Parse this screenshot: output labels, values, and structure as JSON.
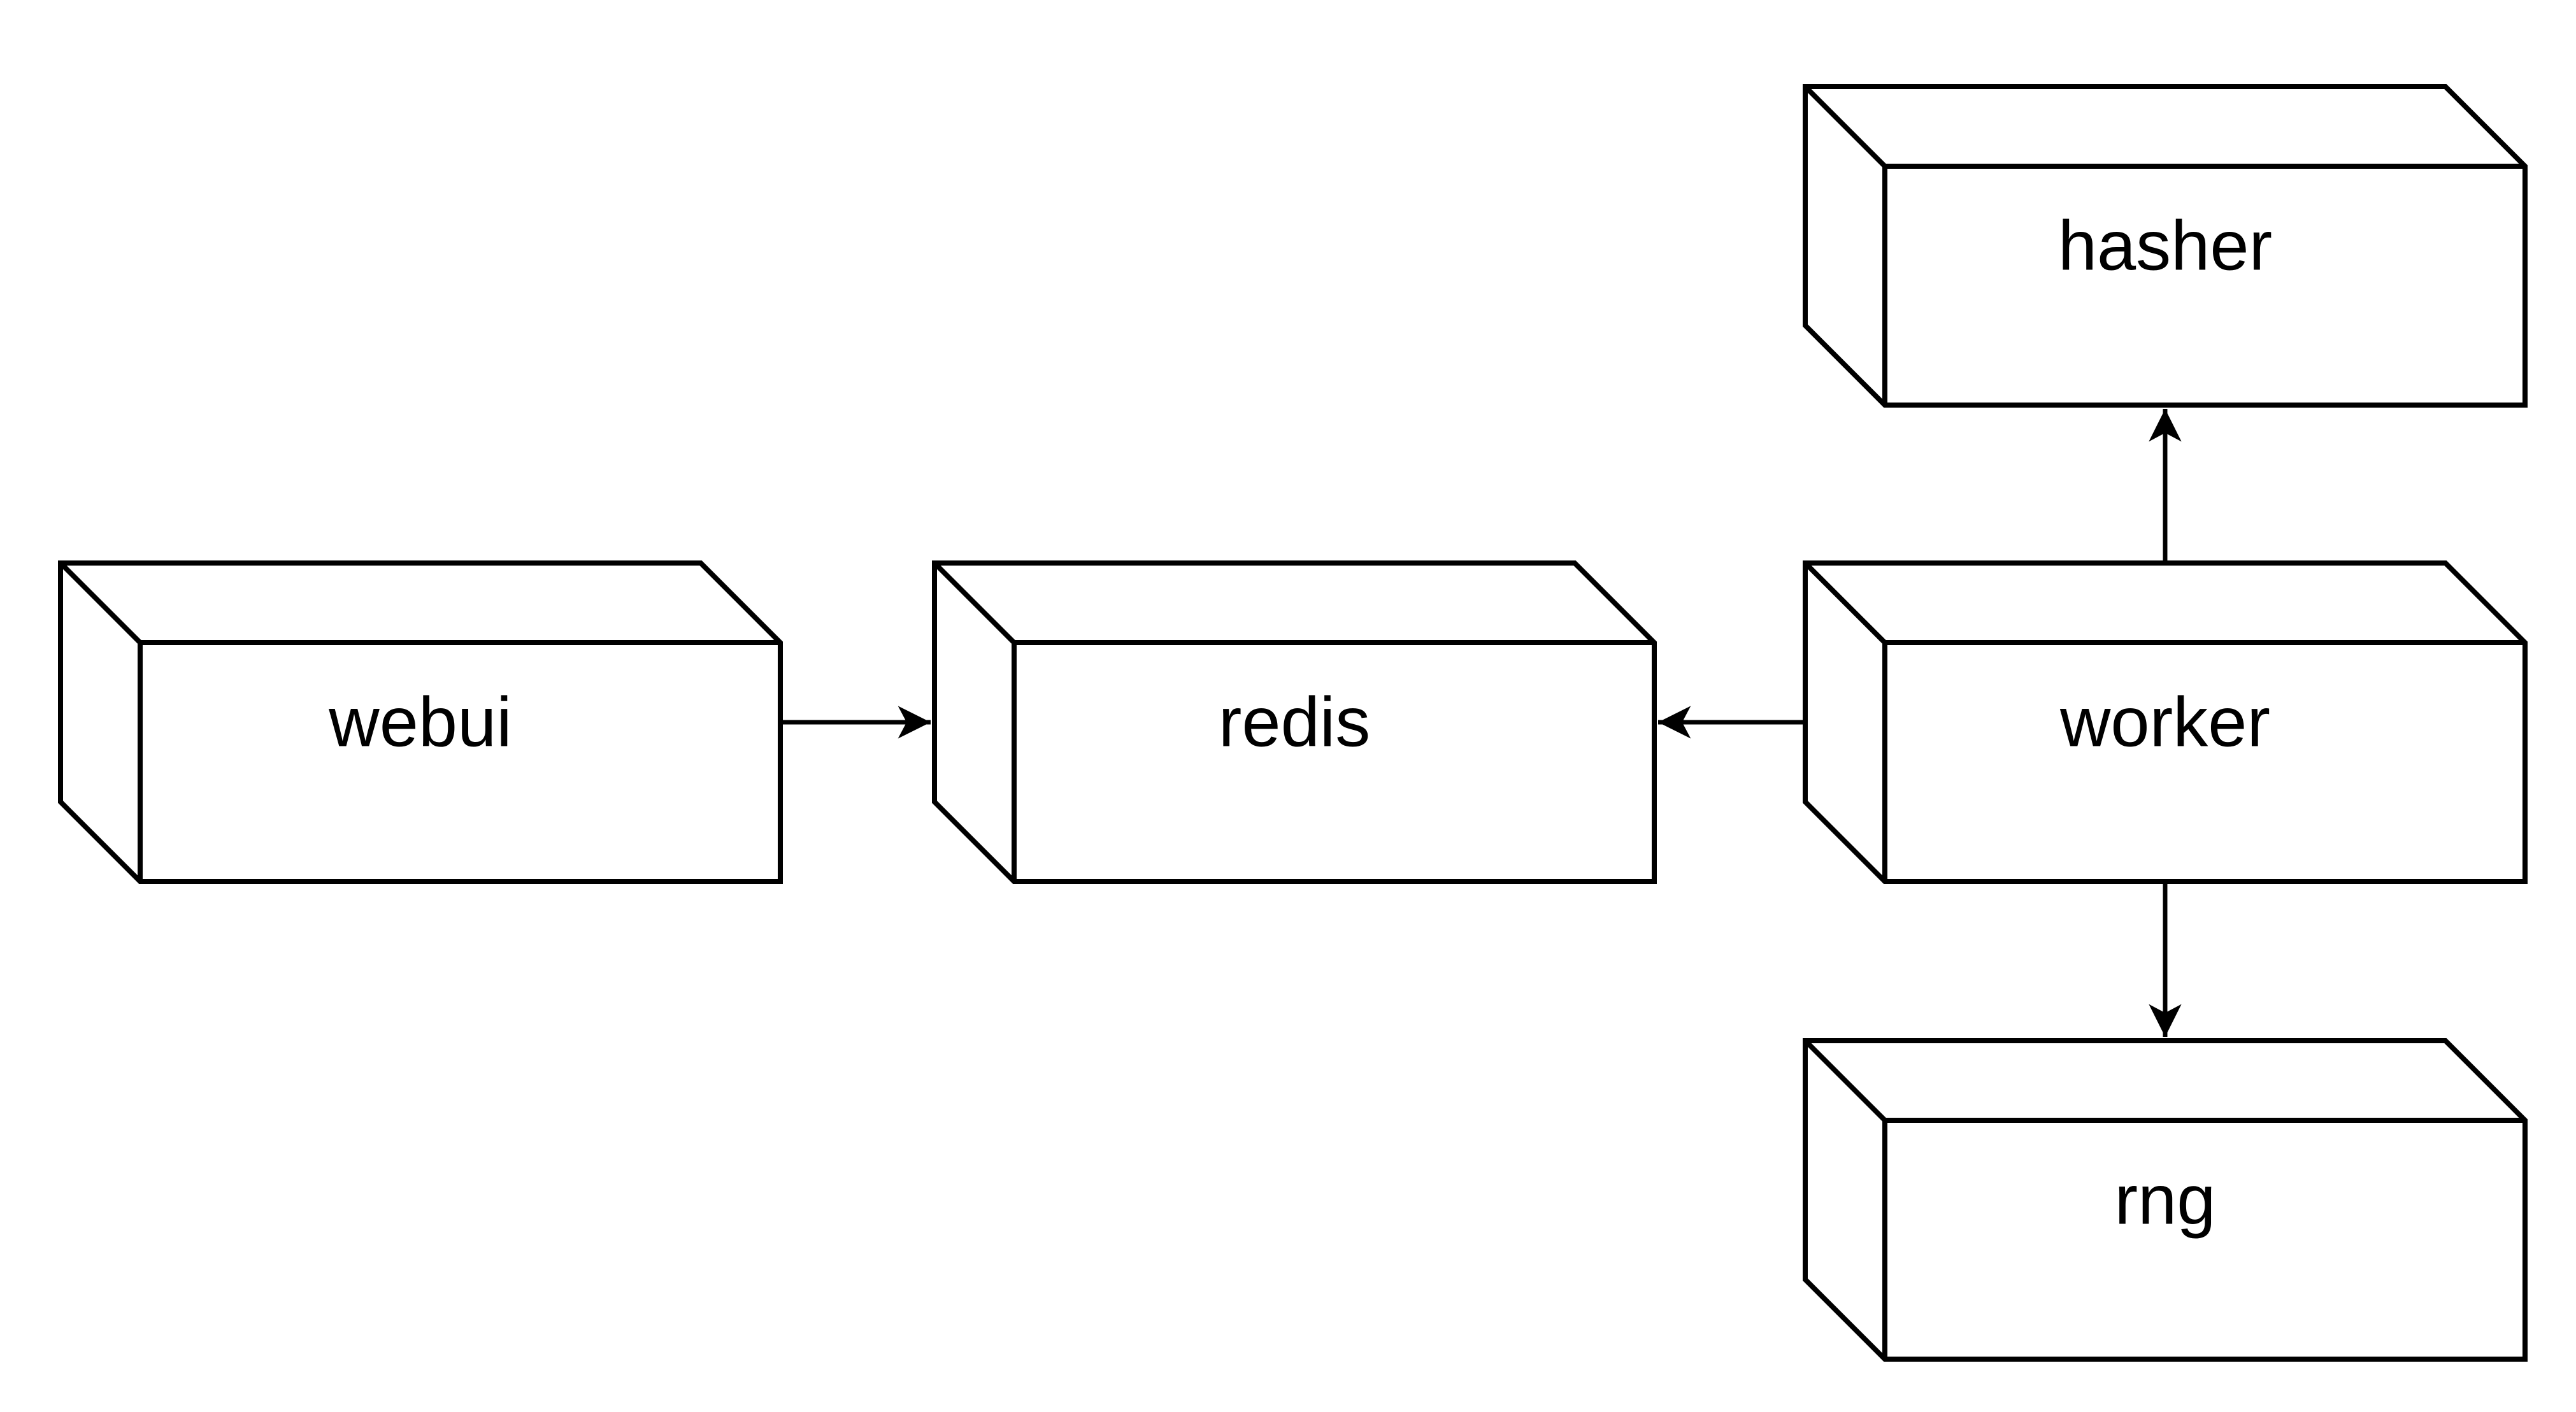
{
  "diagram": {
    "type": "architecture-diagram",
    "shape_style": "3d-cube",
    "background_color": "#ffffff",
    "stroke_color": "#000000",
    "text_color": "#000000",
    "nodes": [
      {
        "id": "webui",
        "label": "webui"
      },
      {
        "id": "redis",
        "label": "redis"
      },
      {
        "id": "worker",
        "label": "worker"
      },
      {
        "id": "hasher",
        "label": "hasher"
      },
      {
        "id": "rng",
        "label": "rng"
      }
    ],
    "edges": [
      {
        "from": "webui",
        "to": "redis",
        "direction": "right"
      },
      {
        "from": "worker",
        "to": "redis",
        "direction": "left"
      },
      {
        "from": "worker",
        "to": "hasher",
        "direction": "up"
      },
      {
        "from": "worker",
        "to": "rng",
        "direction": "down"
      }
    ]
  }
}
